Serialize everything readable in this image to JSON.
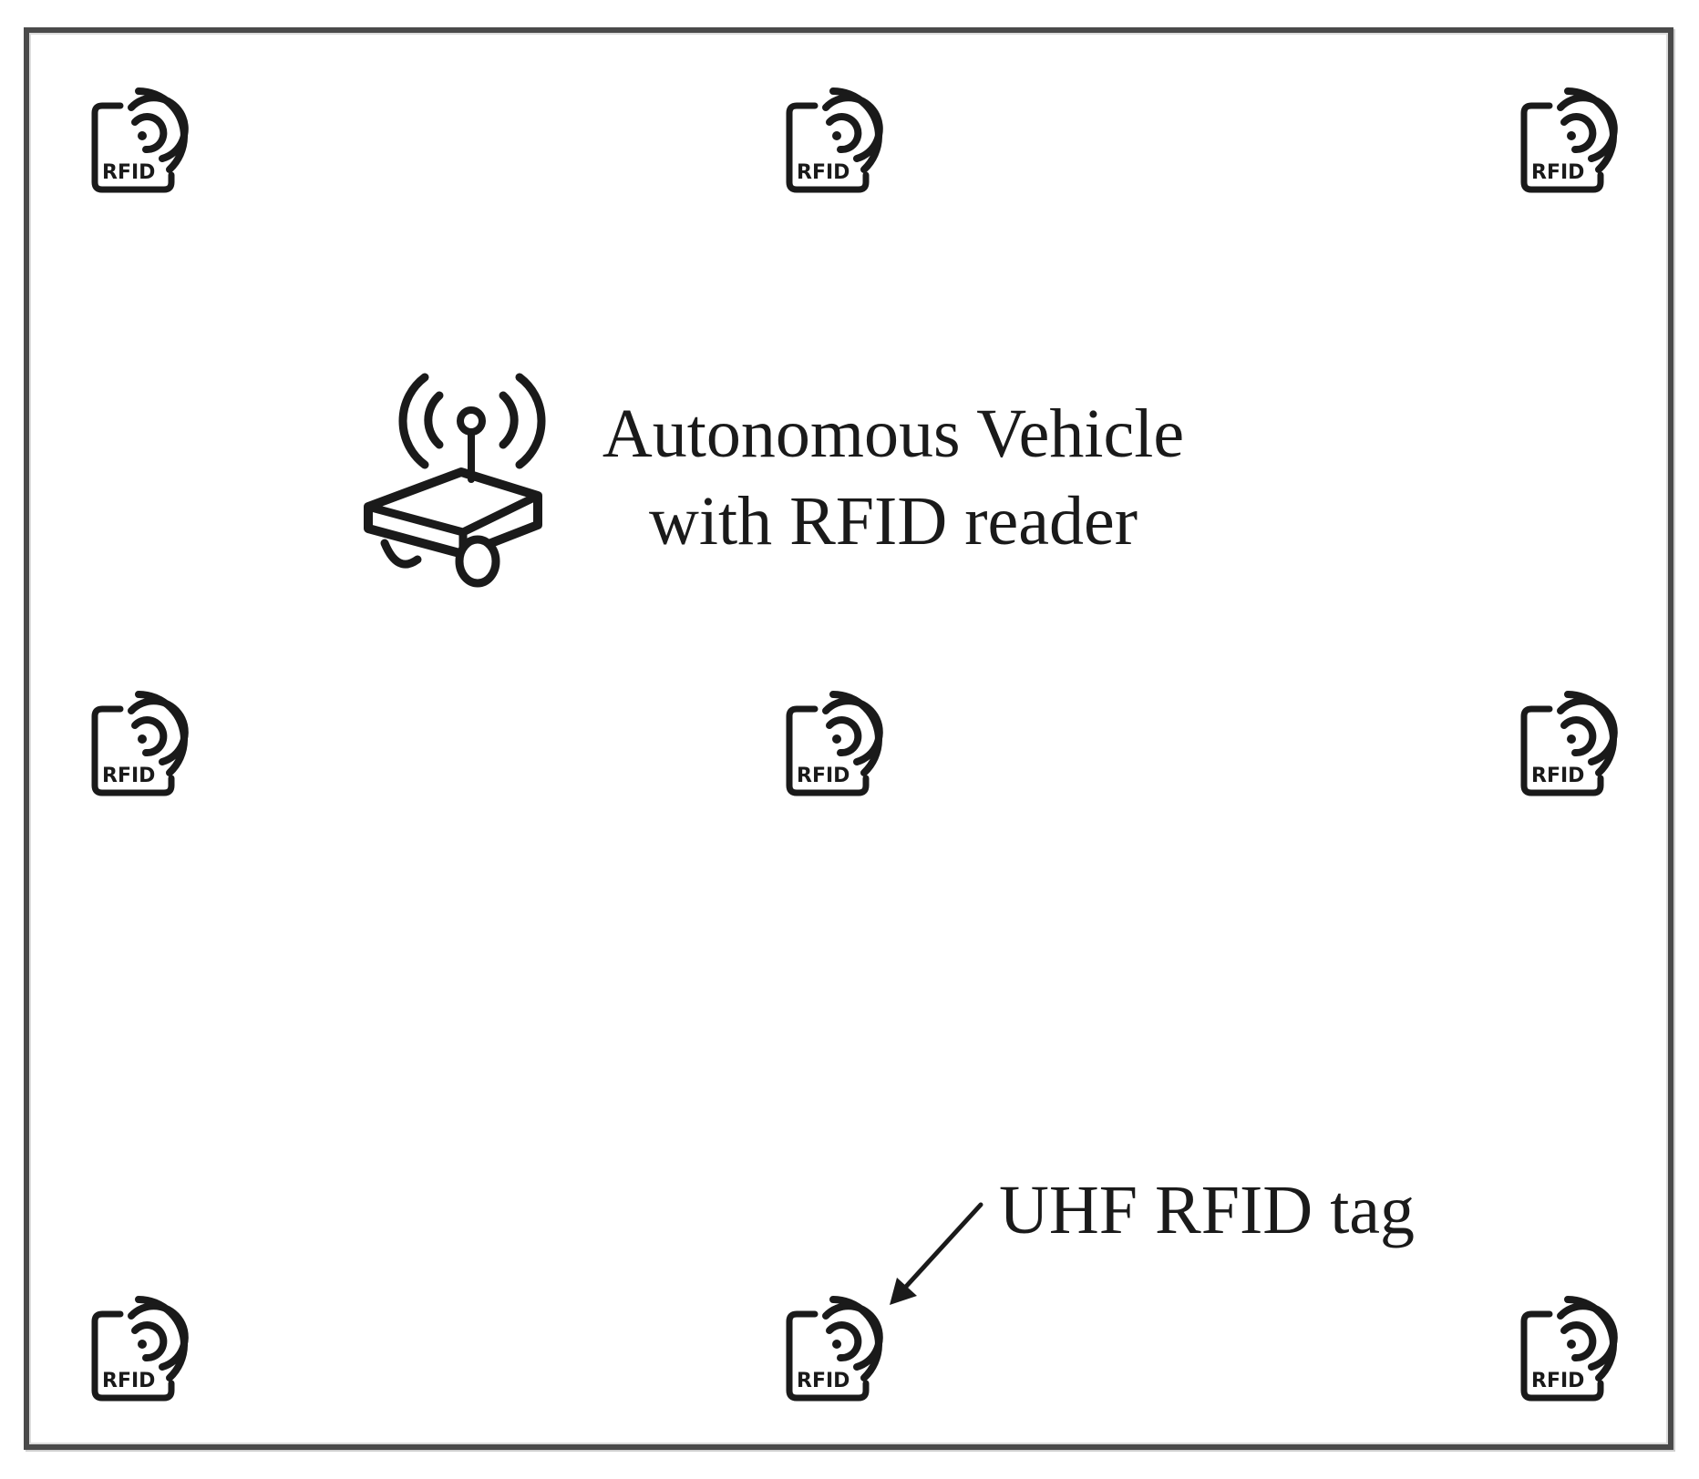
{
  "tag_text": "RFID",
  "vehicle_caption": {
    "line1": "Autonomous Vehicle",
    "line2": "with RFID reader"
  },
  "tag_caption": "UHF RFID tag",
  "colors": {
    "ink": "#1a1a1a",
    "border": "#4a4a4a",
    "background": "#ffffff"
  },
  "icons": {
    "tag": "rfid-tag-icon",
    "vehicle": "autonomous-vehicle-icon",
    "pointer": "arrow-icon"
  }
}
